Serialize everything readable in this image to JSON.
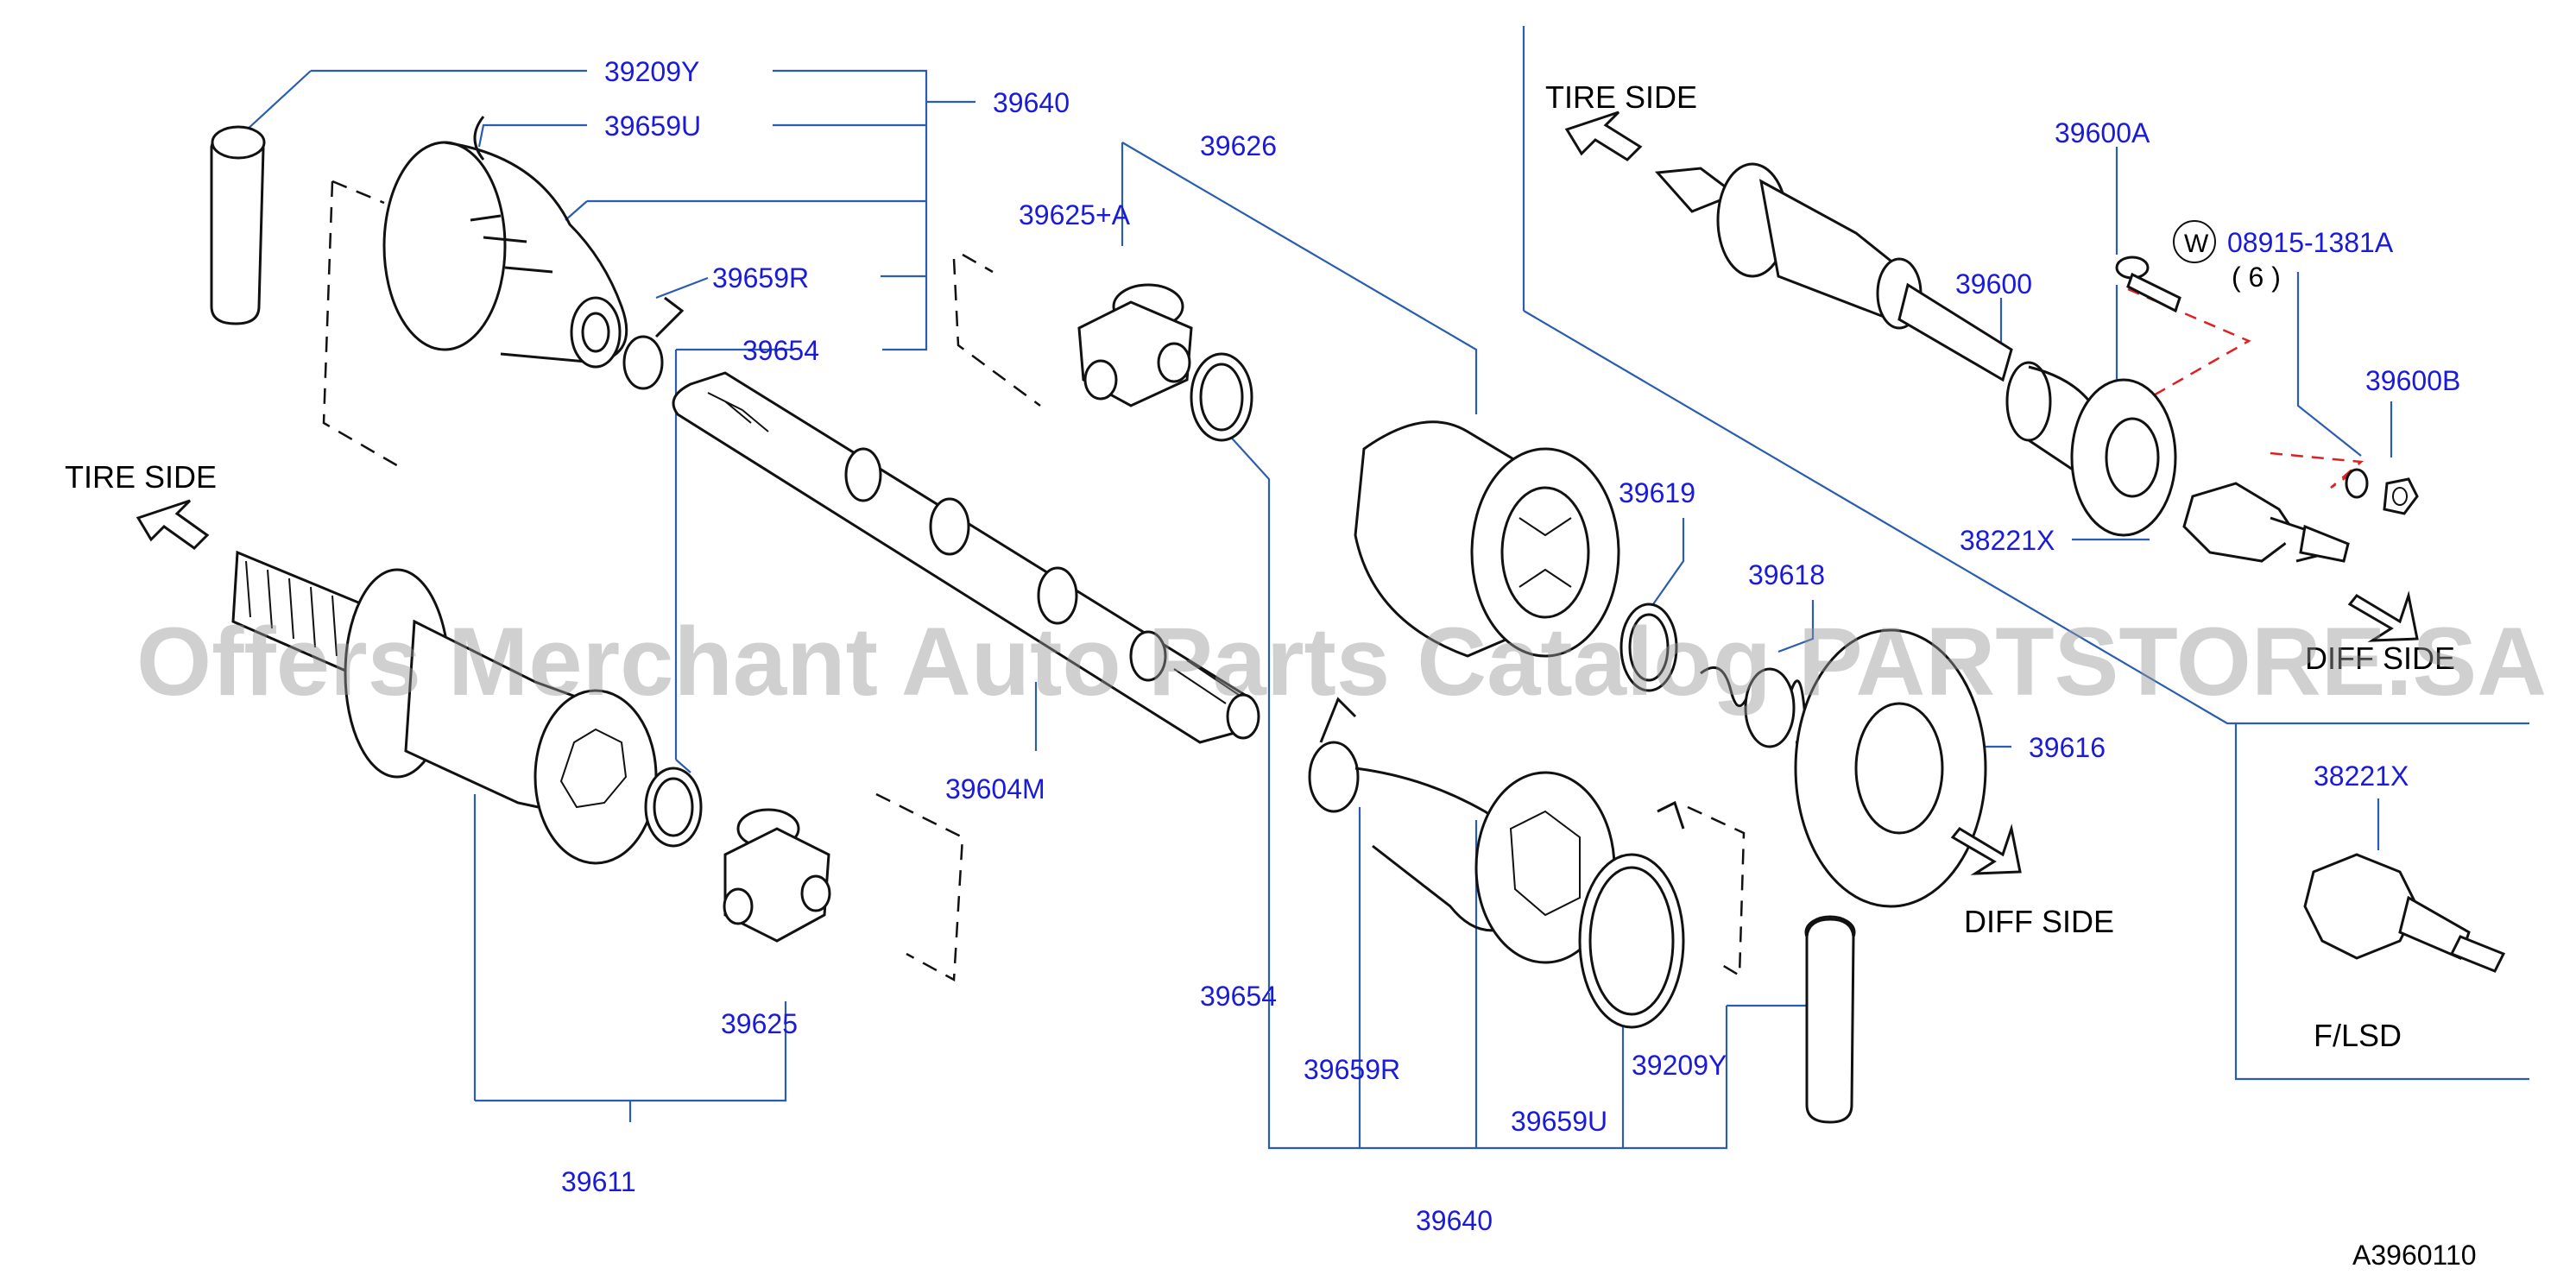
{
  "labels": {
    "l_39209Y_top": "39209Y",
    "l_39659U_top": "39659U",
    "l_39640_top": "39640",
    "l_39626": "39626",
    "l_39625A": "39625+A",
    "l_39659R_top": "39659R",
    "l_39654_top": "39654",
    "l_39604M": "39604M",
    "l_39619": "39619",
    "l_39618": "39618",
    "l_39616": "39616",
    "l_39625": "39625",
    "l_39611": "39611",
    "l_39654_bot": "39654",
    "l_39659R_bot": "39659R",
    "l_39209Y_bot": "39209Y",
    "l_39659U_bot": "39659U",
    "l_39640_bot": "39640",
    "l_39600A": "39600A",
    "l_08915": "08915-1381A",
    "l_qty": "( 6 )",
    "l_39600": "39600",
    "l_39600B": "39600B",
    "l_38221X_top": "38221X",
    "l_38221X_box": "38221X"
  },
  "side_labels": {
    "tire_side_left": "TIRE  SIDE",
    "tire_side_right": "TIRE  SIDE",
    "diff_side_right": "DIFF  SIDE",
    "diff_side_center": "DIFF  SIDE"
  },
  "washer_symbol": "W",
  "inset_caption": "F/LSD",
  "figure_code": "A3960110",
  "watermark": "Offers Merchant Auto Parts Catalog PARTSTORE.SA",
  "colors": {
    "label": "#1a1adb",
    "leader": "#2a5db0",
    "dash_red": "#e02020"
  }
}
